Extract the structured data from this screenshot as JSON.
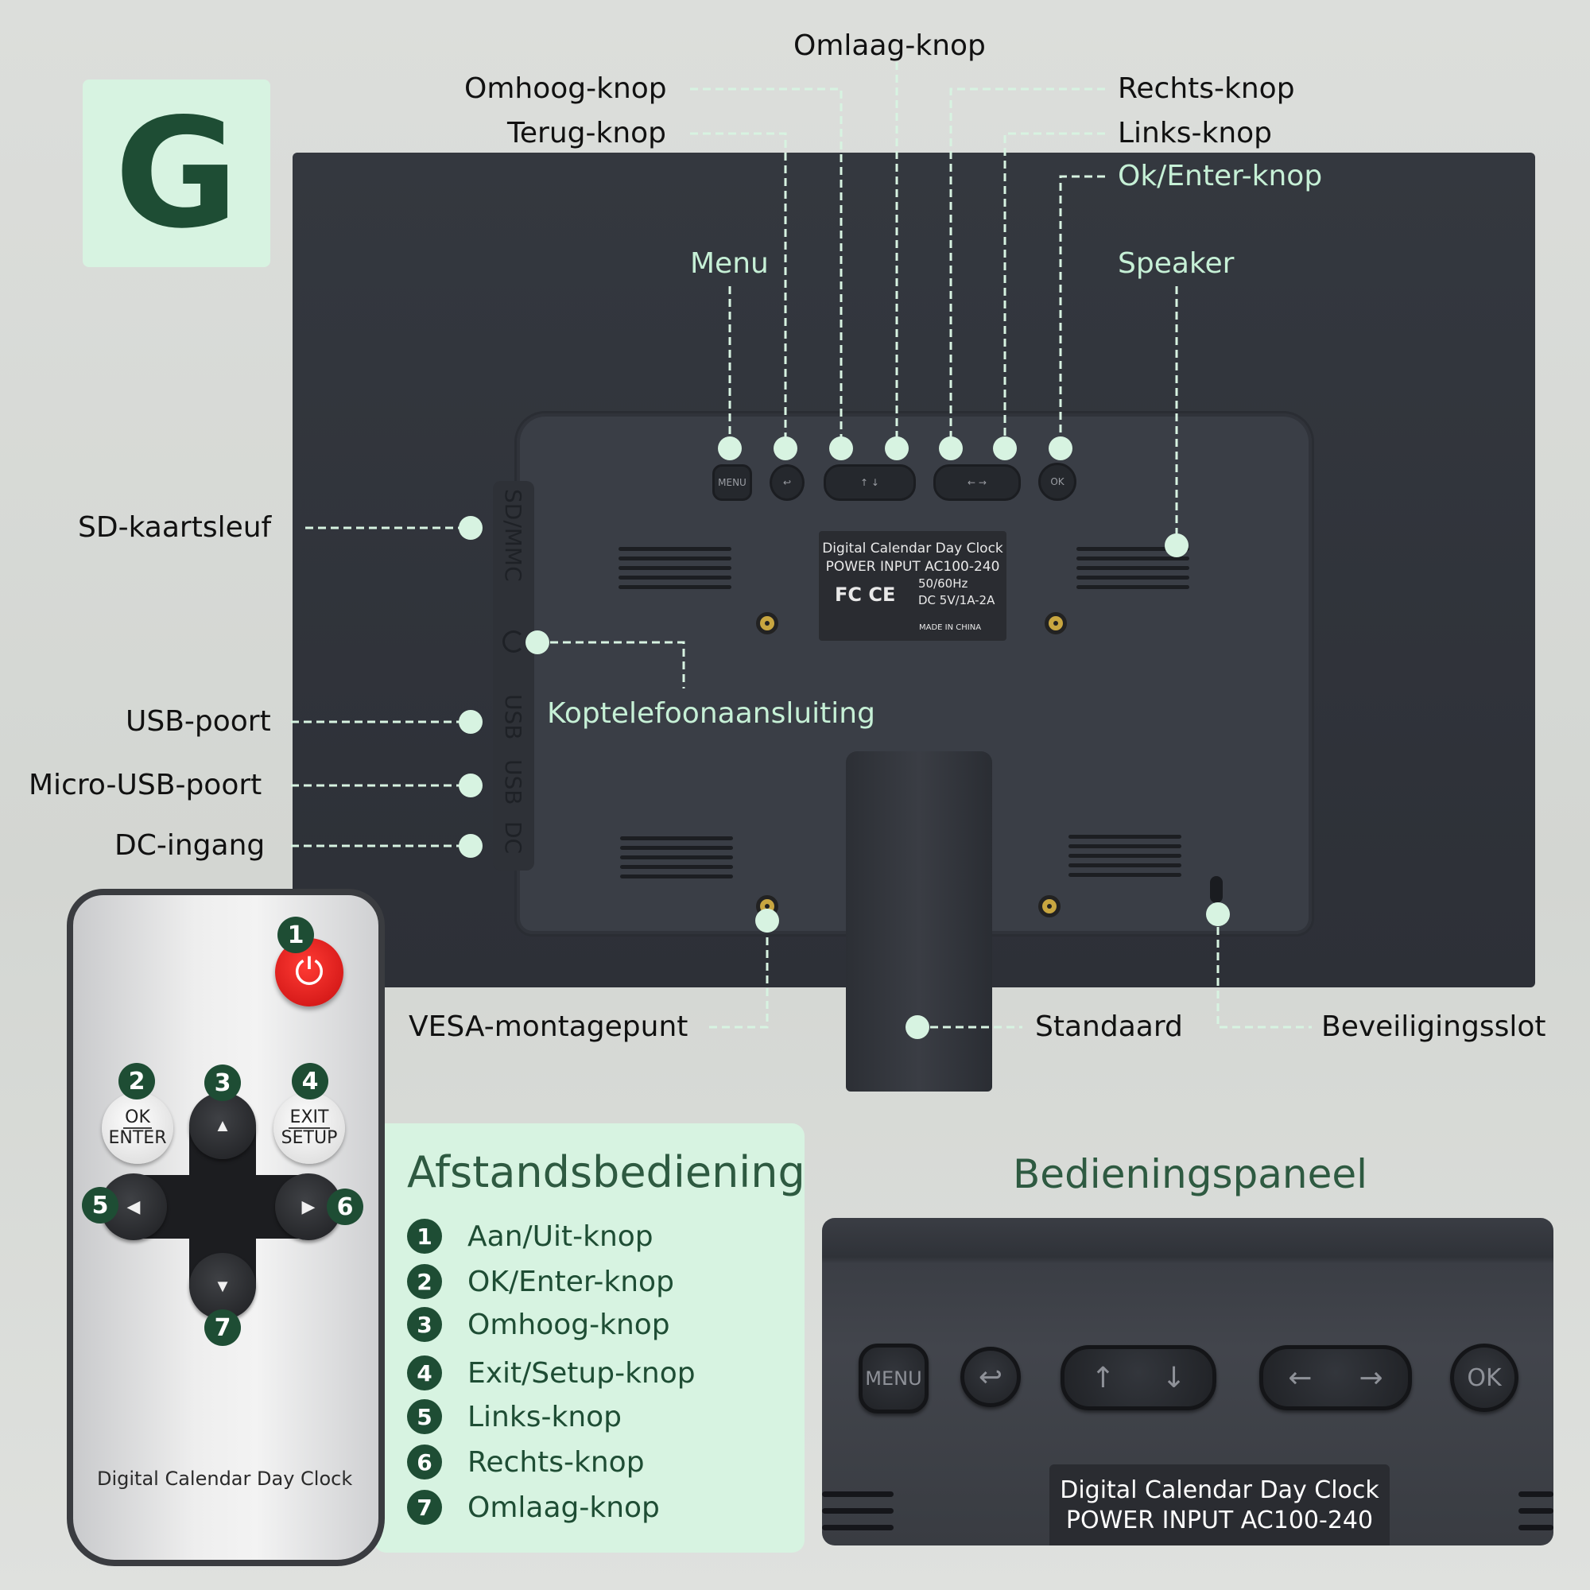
{
  "logo": {
    "letter": "G"
  },
  "callouts": {
    "omlaag_knop": "Omlaag-knop",
    "omhoog_knop": "Omhoog-knop",
    "terug_knop": "Terug-knop",
    "rechts_knop": "Rechts-knop",
    "links_knop": "Links-knop",
    "ok_enter_knop": "Ok/Enter-knop",
    "menu": "Menu",
    "speaker": "Speaker",
    "sd_kaartsleuf": "SD-kaartsleuf",
    "koptelefoonaansluiting": "Koptelefoonaansluiting",
    "usb_poort": "USB-poort",
    "micro_usb_poort": "Micro-USB-poort",
    "dc_ingang": "DC-ingang",
    "vesa_montagepunt": "VESA-montagepunt",
    "standaard": "Standaard",
    "beveiligingsslot": "Beveiligingsslot"
  },
  "device": {
    "ports": [
      "SD/MMC",
      "USB",
      "USB",
      "DC"
    ],
    "buttons": {
      "menu": "MENU",
      "ok": "OK"
    },
    "label": {
      "line1": "Digital Calendar Day Clock",
      "line2": "POWER INPUT AC100-240",
      "hz": "50/60Hz",
      "dc": "DC 5V/1A-2A",
      "cert": "FC CE",
      "made": "MADE IN CHINA"
    }
  },
  "remote": {
    "brand": "Digital Calendar Day Clock",
    "ok_top": "OK",
    "ok_bottom": "ENTER",
    "exit_top": "EXIT",
    "exit_bottom": "SETUP",
    "badges": [
      "1",
      "2",
      "3",
      "4",
      "5",
      "6",
      "7"
    ]
  },
  "legend": {
    "title": "Afstandsbediening",
    "items": [
      {
        "n": "1",
        "label": "Aan/Uit-knop"
      },
      {
        "n": "2",
        "label": "OK/Enter-knop"
      },
      {
        "n": "3",
        "label": "Omhoog-knop"
      },
      {
        "n": "4",
        "label": "Exit/Setup-knop"
      },
      {
        "n": "5",
        "label": "Links-knop"
      },
      {
        "n": "6",
        "label": "Rechts-knop"
      },
      {
        "n": "7",
        "label": "Omlaag-knop"
      }
    ]
  },
  "control_panel": {
    "title": "Bedieningspaneel",
    "menu": "MENU",
    "ok": "OK",
    "plate_line1": "Digital Calendar Day Clock",
    "plate_line2": "POWER INPUT AC100-240"
  },
  "colors": {
    "accent_dark_green": "#1e4d34",
    "mint": "#d7f3e1",
    "callout_mint_text": "#c6f0d6",
    "device_dark": "#34383f",
    "power_red": "#e5201d"
  }
}
